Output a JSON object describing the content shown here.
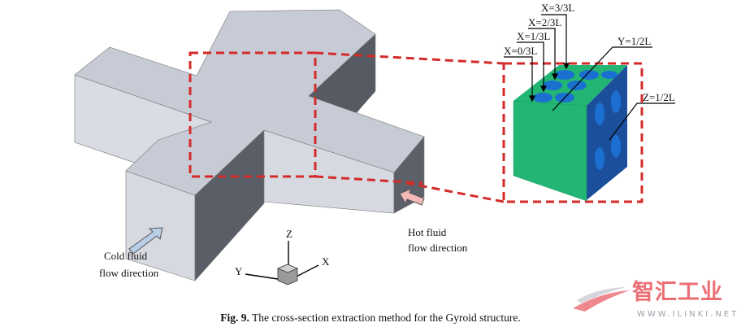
{
  "figure": {
    "section_labels": {
      "x0": "X=0/3L",
      "x1": "X=1/3L",
      "x2": "X=2/3L",
      "x3": "X=3/3L",
      "y": "Y=1/2L",
      "z": "Z=1/2L"
    },
    "hot_fluid": {
      "line1": "Hot fluid",
      "line2": "flow direction"
    },
    "cold_fluid": {
      "line1": "Cold fluid",
      "line2": "flow direction"
    },
    "axes": {
      "z": "Z",
      "x": "X",
      "y": "Y"
    },
    "colors": {
      "dashed_box": "#d42a2a",
      "cube_green": "#22b573",
      "cube_blue": "#1a6fd1",
      "hot_arrow": "#f2b8b8",
      "cold_arrow": "#b8cde6"
    }
  },
  "caption": {
    "label": "Fig. 9.",
    "text": "The cross-section extraction method for the Gyroid structure."
  },
  "watermark": {
    "name": "智汇工业",
    "url": "WWW.ILINKI.NET"
  }
}
